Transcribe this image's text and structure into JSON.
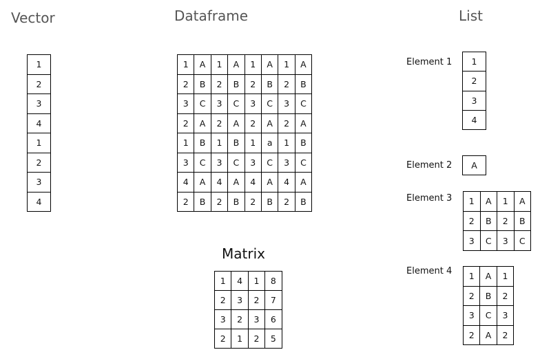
{
  "titles": {
    "vector": "Vector",
    "dataframe": "Dataframe",
    "list": "List",
    "matrix": "Matrix"
  },
  "vector": [
    [
      "1"
    ],
    [
      "2"
    ],
    [
      "3"
    ],
    [
      "4"
    ],
    [
      "1"
    ],
    [
      "2"
    ],
    [
      "3"
    ],
    [
      "4"
    ]
  ],
  "dataframe": [
    [
      "1",
      "A",
      "1",
      "A",
      "1",
      "A",
      "1",
      "A"
    ],
    [
      "2",
      "B",
      "2",
      "B",
      "2",
      "B",
      "2",
      "B"
    ],
    [
      "3",
      "C",
      "3",
      "C",
      "3",
      "C",
      "3",
      "C"
    ],
    [
      "2",
      "A",
      "2",
      "A",
      "2",
      "A",
      "2",
      "A"
    ],
    [
      "1",
      "B",
      "1",
      "B",
      "1",
      "a",
      "1",
      "B"
    ],
    [
      "3",
      "C",
      "3",
      "C",
      "3",
      "C",
      "3",
      "C"
    ],
    [
      "4",
      "A",
      "4",
      "A",
      "4",
      "A",
      "4",
      "A"
    ],
    [
      "2",
      "B",
      "2",
      "B",
      "2",
      "B",
      "2",
      "B"
    ]
  ],
  "matrix": [
    [
      "1",
      "4",
      "1",
      "8"
    ],
    [
      "2",
      "3",
      "2",
      "7"
    ],
    [
      "3",
      "2",
      "3",
      "6"
    ],
    [
      "2",
      "1",
      "2",
      "5"
    ]
  ],
  "list": {
    "element1": {
      "label": "Element 1",
      "cells": [
        [
          "1"
        ],
        [
          "2"
        ],
        [
          "3"
        ],
        [
          "4"
        ]
      ]
    },
    "element2": {
      "label": "Element 2",
      "cells": [
        [
          "A"
        ]
      ]
    },
    "element3": {
      "label": "Element 3",
      "cells": [
        [
          "1",
          "A",
          "1",
          "A"
        ],
        [
          "2",
          "B",
          "2",
          "B"
        ],
        [
          "3",
          "C",
          "3",
          "C"
        ]
      ]
    },
    "element4": {
      "label": "Element 4",
      "cells": [
        [
          "1",
          "A",
          "1"
        ],
        [
          "2",
          "B",
          "2"
        ],
        [
          "3",
          "C",
          "3"
        ],
        [
          "2",
          "A",
          "2"
        ]
      ]
    }
  }
}
